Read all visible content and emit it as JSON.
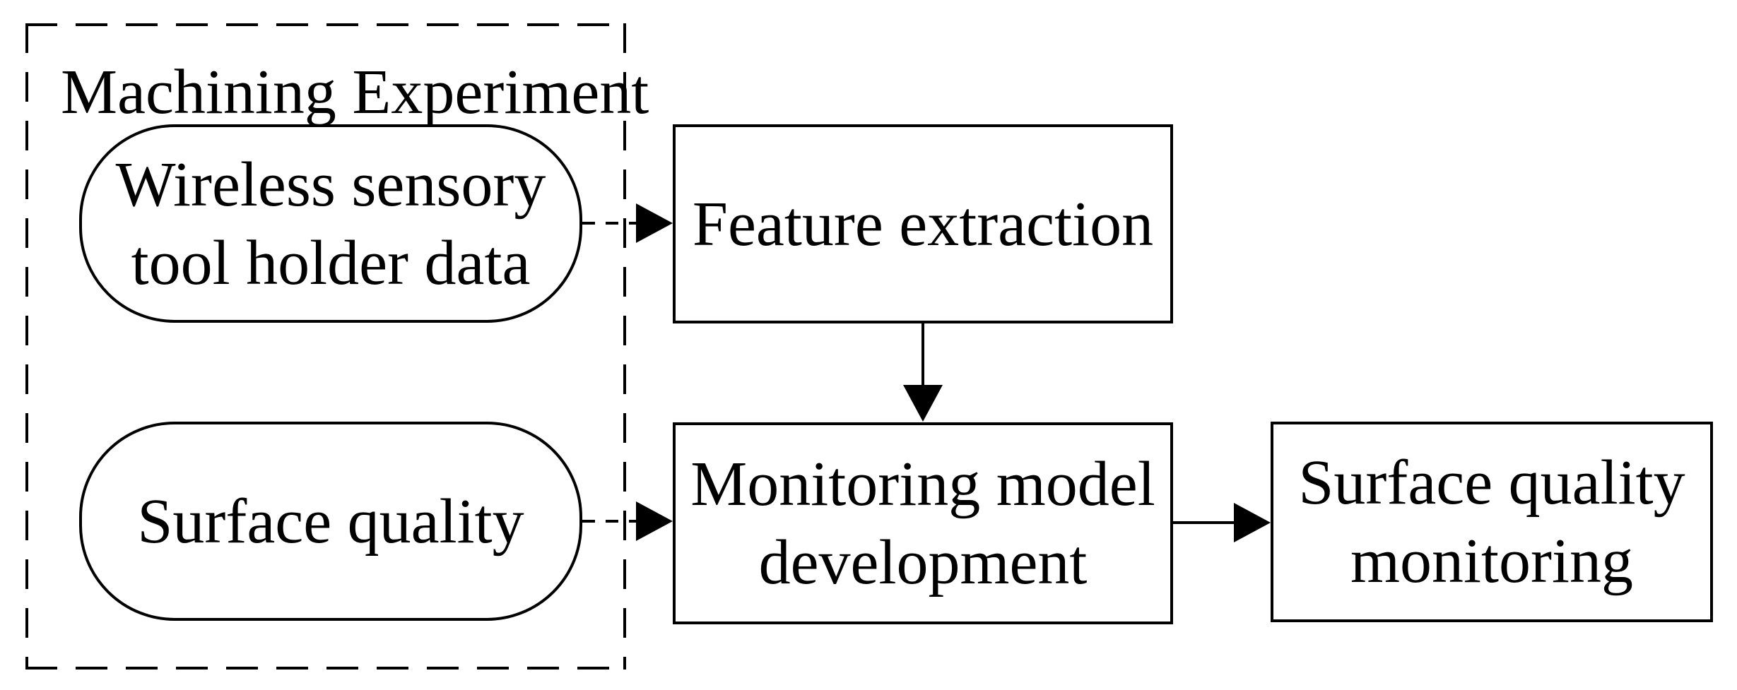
{
  "diagram": {
    "background_color": "#ffffff",
    "line_color": "#000000",
    "group": {
      "title": "Machining Experiment"
    },
    "nodes": {
      "wireless_sensory": {
        "shape": "stadium",
        "lines": [
          "Wireless sensory",
          "tool holder data"
        ]
      },
      "surface_quality": {
        "shape": "stadium",
        "lines": [
          "Surface quality"
        ]
      },
      "feature_extraction": {
        "shape": "rect",
        "lines": [
          "Feature extraction"
        ]
      },
      "monitoring_model": {
        "shape": "rect",
        "lines": [
          "Monitoring model",
          "development"
        ]
      },
      "surface_quality_monitoring": {
        "shape": "rect",
        "lines": [
          "Surface quality",
          "monitoring"
        ]
      }
    },
    "edges": [
      {
        "from": "wireless_sensory",
        "to": "feature_extraction",
        "style": "dashed",
        "direction": "right"
      },
      {
        "from": "surface_quality",
        "to": "monitoring_model",
        "style": "dashed",
        "direction": "right"
      },
      {
        "from": "feature_extraction",
        "to": "monitoring_model",
        "style": "solid",
        "direction": "down"
      },
      {
        "from": "monitoring_model",
        "to": "surface_quality_monitoring",
        "style": "solid",
        "direction": "right"
      }
    ]
  }
}
